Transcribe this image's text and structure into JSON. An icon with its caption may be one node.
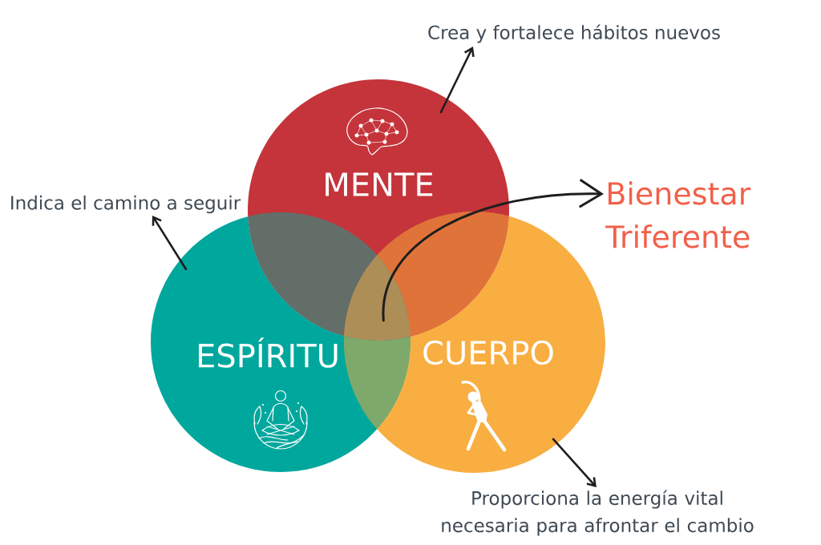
{
  "diagram": {
    "nodes": [
      {
        "text": [
          "Crea y fortalece hábitos nuevos"
        ]
      },
      {
        "text": [
          "MENTE"
        ]
      },
      {
        "text": [
          "Indica el camino a seguir"
        ]
      },
      {
        "text": [
          "Bienestar Triferente"
        ]
      },
      {
        "text": [
          "ESPÍRITU"
        ]
      },
      {
        "text": [
          "CUERPO"
        ]
      },
      {
        "text": [
          "Proporciona la energía vital necesaria para afrontar el cambio"
        ]
      }
    ],
    "edges": [
      {
        "from": 1,
        "to": 0,
        "arrow": "to"
      },
      {
        "from": 4,
        "to": 2,
        "arrow": "to"
      },
      {
        "from": 1,
        "to": 3,
        "arrow": "to"
      },
      {
        "from": 4,
        "to": 3,
        "arrow": "to"
      },
      {
        "from": 5,
        "to": 3,
        "arrow": "to"
      },
      {
        "from": 5,
        "to": 6,
        "arrow": "to"
      }
    ]
  }
}
